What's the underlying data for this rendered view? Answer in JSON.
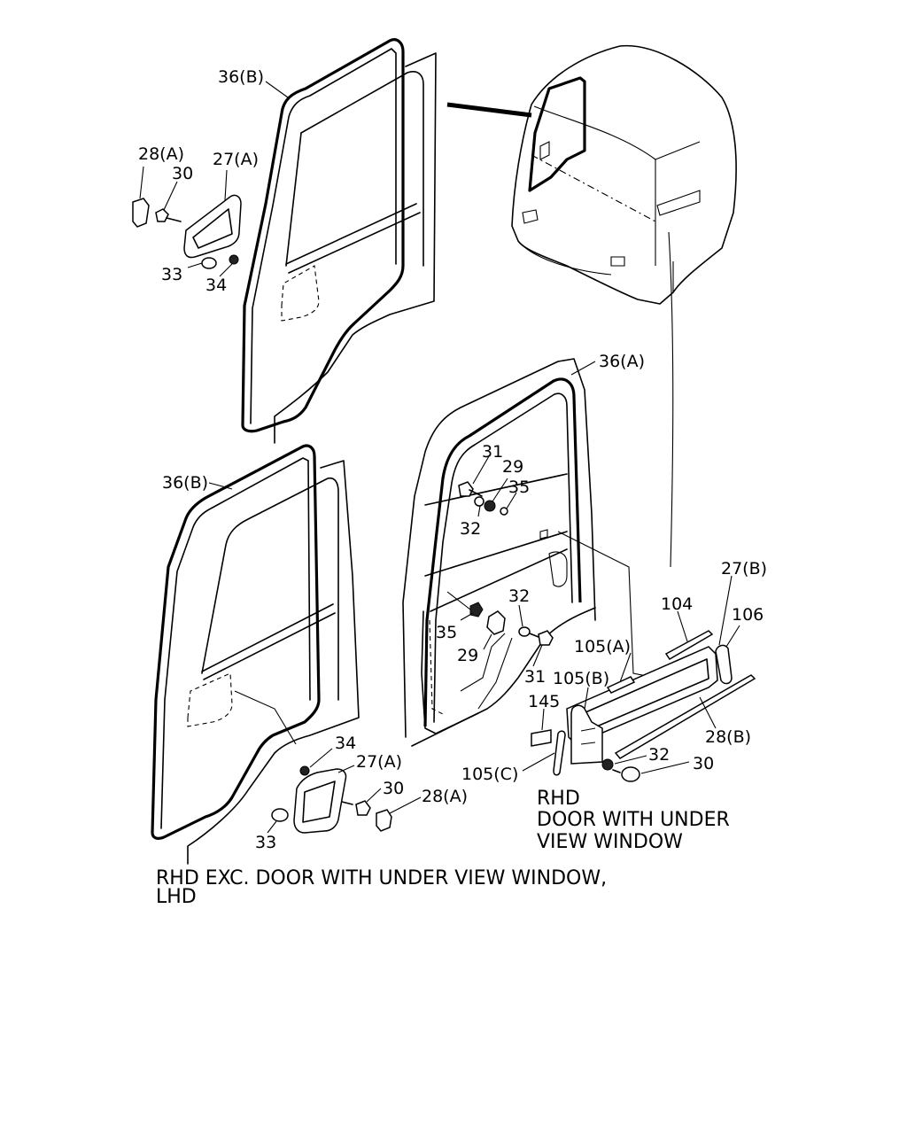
{
  "labels": {
    "l_36b_top": "36(B)",
    "l_28a_top": "28(A)",
    "l_30_top": "30",
    "l_27a_top": "27(A)",
    "l_33_top": "33",
    "l_34_top": "34",
    "l_36a": "36(A)",
    "l_36b_mid": "36(B)",
    "l_31_a": "31",
    "l_29_a": "29",
    "l_35_a": "35",
    "l_32_a": "32",
    "l_32_b": "32",
    "l_35_b": "35",
    "l_29_b": "29",
    "l_31_b": "31",
    "l_27b": "27(B)",
    "l_104": "104",
    "l_106": "106",
    "l_105a": "105(A)",
    "l_105b": "105(B)",
    "l_145": "145",
    "l_28b": "28(B)",
    "l_32_c": "32",
    "l_30_c": "30",
    "l_105c": "105(C)",
    "l_34_bot": "34",
    "l_27a_bot": "27(A)",
    "l_30_bot": "30",
    "l_28a_bot": "28(A)",
    "l_33_bot": "33"
  },
  "captions": {
    "rhd_line1": "RHD",
    "rhd_line2": "DOOR WITH UNDER",
    "rhd_line3": "VIEW WINDOW",
    "bottom_line1": "RHD EXC. DOOR WITH UNDER VIEW WINDOW,",
    "bottom_line2": "LHD"
  }
}
